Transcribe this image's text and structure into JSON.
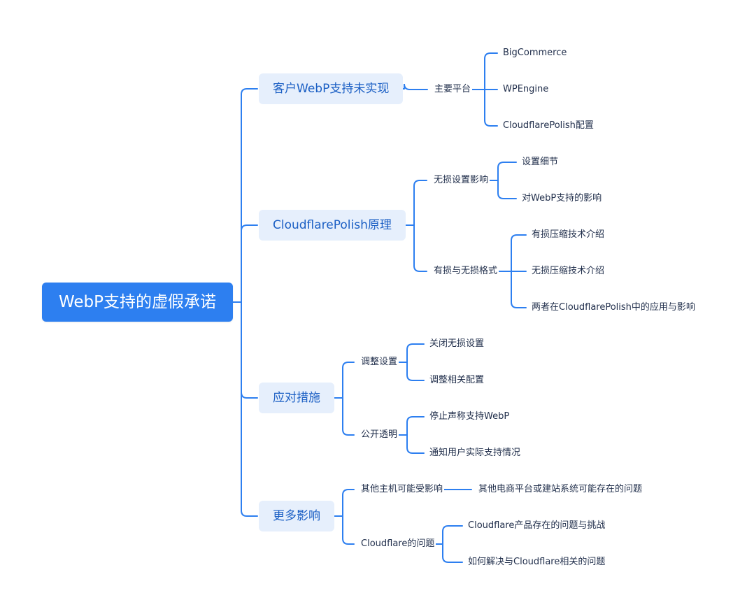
{
  "mindmap": {
    "root": {
      "label": "WebP支持的虚假承诺"
    },
    "branches": [
      {
        "label": "客户WebP支持未实现",
        "children": [
          {
            "label": "主要平台",
            "children": [
              {
                "label": "BigCommerce"
              },
              {
                "label": "WPEngine"
              },
              {
                "label": "CloudflarePolish配置"
              }
            ]
          }
        ]
      },
      {
        "label": "CloudflarePolish原理",
        "children": [
          {
            "label": "无损设置影响",
            "children": [
              {
                "label": "设置细节"
              },
              {
                "label": "对WebP支持的影响"
              }
            ]
          },
          {
            "label": "有损与无损格式",
            "children": [
              {
                "label": "有损压缩技术介绍"
              },
              {
                "label": "无损压缩技术介绍"
              },
              {
                "label": "两者在CloudflarePolish中的应用与影响"
              }
            ]
          }
        ]
      },
      {
        "label": "应对措施",
        "children": [
          {
            "label": "调整设置",
            "children": [
              {
                "label": "关闭无损设置"
              },
              {
                "label": "调整相关配置"
              }
            ]
          },
          {
            "label": "公开透明",
            "children": [
              {
                "label": "停止声称支持WebP"
              },
              {
                "label": "通知用户实际支持情况"
              }
            ]
          }
        ]
      },
      {
        "label": "更多影响",
        "children": [
          {
            "label": "其他主机可能受影响",
            "children": [
              {
                "label": "其他电商平台或建站系统可能存在的问题"
              }
            ]
          },
          {
            "label": "Cloudflare的问题",
            "children": [
              {
                "label": "Cloudflare产品存在的问题与挑战"
              },
              {
                "label": "如何解决与Cloudflare相关的问题"
              }
            ]
          }
        ]
      }
    ]
  },
  "colors": {
    "connector": "#2d7ff0",
    "root_bg": "#2d7ff0",
    "branch_bg": "#e6effc",
    "branch_text": "#1b5fc4",
    "leaf_text": "#1f2d4a"
  }
}
